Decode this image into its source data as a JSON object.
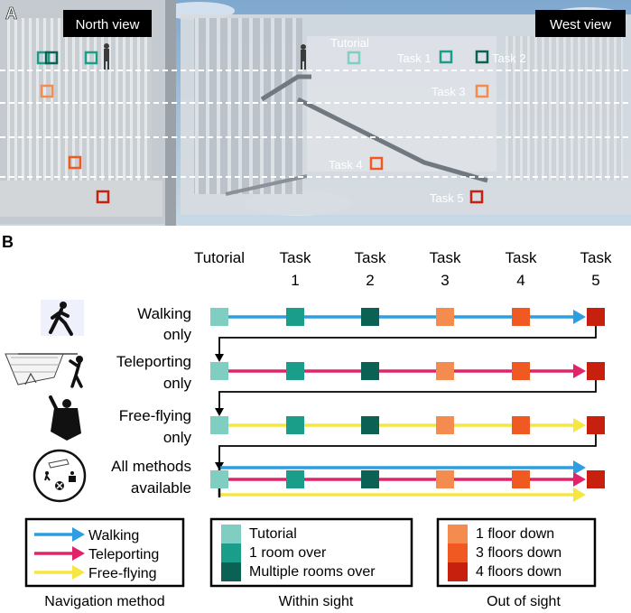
{
  "panel_a": {
    "label": "A",
    "north_view": "North view",
    "west_view": "West view",
    "markers": [
      {
        "label": "Tutorial",
        "color": "#80cdc1"
      },
      {
        "label": "Task 1",
        "color": "#1a9e8a"
      },
      {
        "label": "Task 2",
        "color": "#0b6254"
      },
      {
        "label": "Task 3",
        "color": "#f48c4f"
      },
      {
        "label": "Task 4",
        "color": "#f05a22"
      },
      {
        "label": "Task 5",
        "color": "#c7200f"
      }
    ]
  },
  "panel_b": {
    "label": "B",
    "columns": [
      {
        "line1": "Tutorial",
        "line2": "",
        "color": "#80cdc1"
      },
      {
        "line1": "Task",
        "line2": "1",
        "color": "#1a9e8a"
      },
      {
        "line1": "Task",
        "line2": "2",
        "color": "#0b6254"
      },
      {
        "line1": "Task",
        "line2": "3",
        "color": "#f48c4f"
      },
      {
        "line1": "Task",
        "line2": "4",
        "color": "#f05a22"
      },
      {
        "line1": "Task",
        "line2": "5",
        "color": "#c7200f"
      }
    ],
    "rows": [
      {
        "line1": "Walking",
        "line2": "only",
        "icon": "walking-person-icon",
        "arrows": [
          "walking"
        ]
      },
      {
        "line1": "Teleporting",
        "line2": "only",
        "icon": "teleport-pointer-icon",
        "arrows": [
          "teleporting"
        ]
      },
      {
        "line1": "Free-flying",
        "line2": "only",
        "icon": "flying-hero-icon",
        "arrows": [
          "flying"
        ]
      },
      {
        "line1": "All methods",
        "line2": "available",
        "icon": "all-methods-circle-icon",
        "arrows": [
          "walking",
          "teleporting",
          "flying"
        ]
      }
    ],
    "methods": {
      "walking": {
        "label": "Walking",
        "color": "#2d9ee0"
      },
      "teleporting": {
        "label": "Teleporting",
        "color": "#e2236a"
      },
      "flying": {
        "label": "Free-flying",
        "color": "#f5e642"
      }
    },
    "legends": {
      "navigation": {
        "caption": "Navigation method",
        "items": [
          "walking",
          "teleporting",
          "flying"
        ]
      },
      "within": {
        "caption": "Within sight",
        "items": [
          {
            "label": "Tutorial",
            "color": "#80cdc1"
          },
          {
            "label": "1 room over",
            "color": "#1a9e8a"
          },
          {
            "label": "Multiple rooms over",
            "color": "#0b6254"
          }
        ]
      },
      "out": {
        "caption": "Out of sight",
        "items": [
          {
            "label": "1 floor down",
            "color": "#f48c4f"
          },
          {
            "label": "3 floors down",
            "color": "#f05a22"
          },
          {
            "label": "4 floors down",
            "color": "#c7200f"
          }
        ]
      }
    }
  }
}
